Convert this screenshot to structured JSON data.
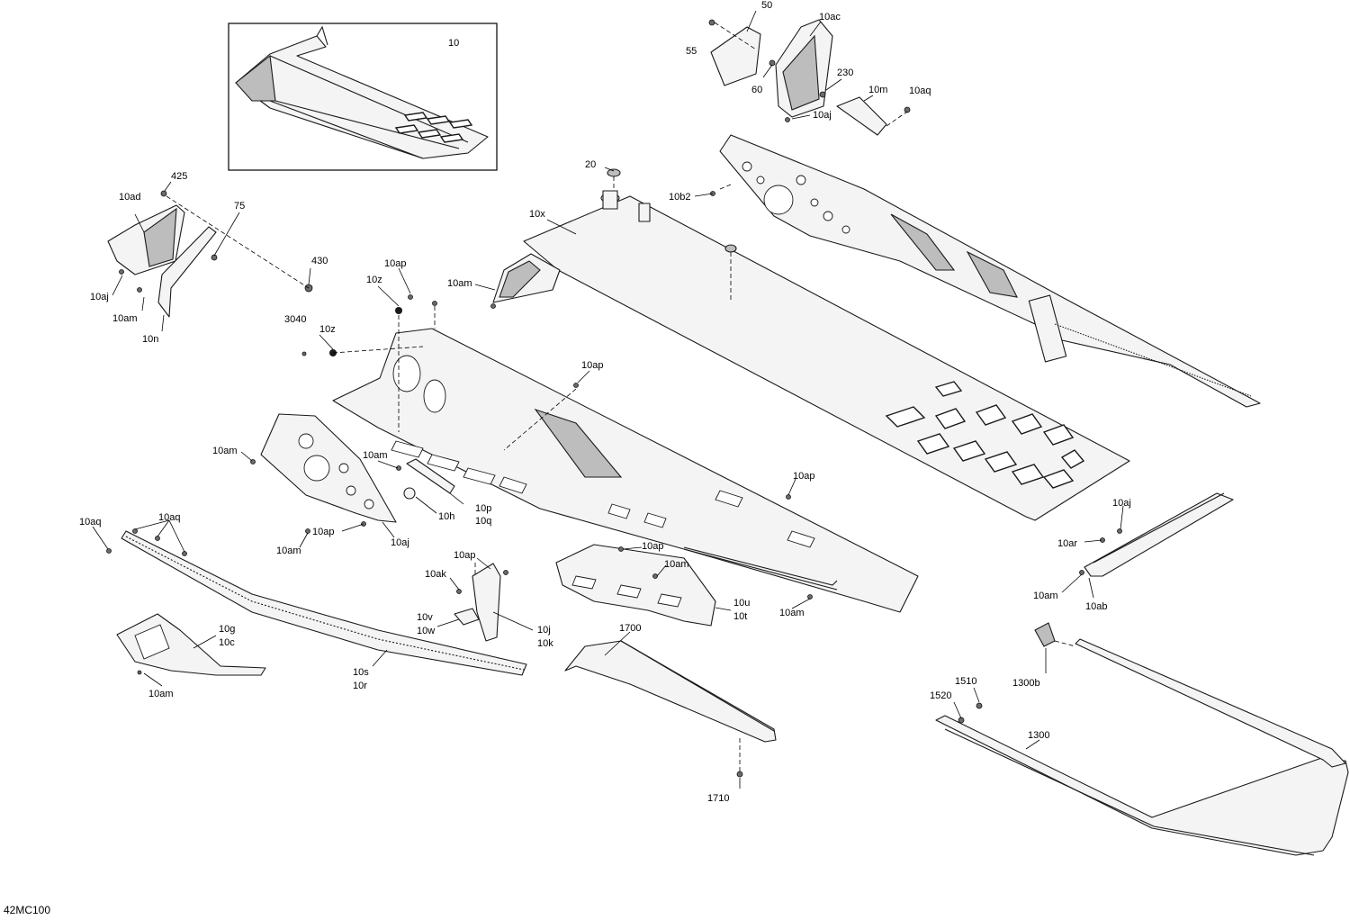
{
  "diagram_code": "42MC100",
  "inset_label": "10",
  "callouts": [
    {
      "id": "c50",
      "text": "50"
    },
    {
      "id": "c10ac",
      "text": "10ac"
    },
    {
      "id": "c55",
      "text": "55"
    },
    {
      "id": "c60",
      "text": "60"
    },
    {
      "id": "c230",
      "text": "230"
    },
    {
      "id": "c10m",
      "text": "10m"
    },
    {
      "id": "c10aq_top",
      "text": "10aq"
    },
    {
      "id": "c10aj_top",
      "text": "10aj"
    },
    {
      "id": "c20",
      "text": "20"
    },
    {
      "id": "c10b2",
      "text": "10b2"
    },
    {
      "id": "c10x",
      "text": "10x"
    },
    {
      "id": "c10am_tank",
      "text": "10am"
    },
    {
      "id": "c425",
      "text": "425"
    },
    {
      "id": "c10ad",
      "text": "10ad"
    },
    {
      "id": "c75",
      "text": "75"
    },
    {
      "id": "c10aj_left",
      "text": "10aj"
    },
    {
      "id": "c10am_left",
      "text": "10am"
    },
    {
      "id": "c10n",
      "text": "10n"
    },
    {
      "id": "c430",
      "text": "430"
    },
    {
      "id": "c10ap_a",
      "text": "10ap"
    },
    {
      "id": "c10z_a",
      "text": "10z"
    },
    {
      "id": "c3040",
      "text": "3040"
    },
    {
      "id": "c10z_b",
      "text": "10z"
    },
    {
      "id": "c10ap_b",
      "text": "10ap"
    },
    {
      "id": "c10am_plate",
      "text": "10am"
    },
    {
      "id": "c10am_mid",
      "text": "10am"
    },
    {
      "id": "c10p",
      "text": "10p"
    },
    {
      "id": "c10q",
      "text": "10q"
    },
    {
      "id": "c10h",
      "text": "10h"
    },
    {
      "id": "c10ap_c",
      "text": "10ap"
    },
    {
      "id": "c10aj_plate",
      "text": "10aj"
    },
    {
      "id": "c10am_plate2",
      "text": "10am"
    },
    {
      "id": "c10aq_a",
      "text": "10aq"
    },
    {
      "id": "c10aq_b",
      "text": "10aq"
    },
    {
      "id": "c10ap_d",
      "text": "10ap"
    },
    {
      "id": "c10ap_e",
      "text": "10ap"
    },
    {
      "id": "c10am_e",
      "text": "10am"
    },
    {
      "id": "c10ap_f",
      "text": "10ap"
    },
    {
      "id": "c10ak",
      "text": "10ak"
    },
    {
      "id": "c10v",
      "text": "10v"
    },
    {
      "id": "c10w",
      "text": "10w"
    },
    {
      "id": "c10j",
      "text": "10j"
    },
    {
      "id": "c10k",
      "text": "10k"
    },
    {
      "id": "c10u",
      "text": "10u"
    },
    {
      "id": "c10t",
      "text": "10t"
    },
    {
      "id": "c10am_rail",
      "text": "10am"
    },
    {
      "id": "c10aj_r",
      "text": "10aj"
    },
    {
      "id": "c10ar",
      "text": "10ar"
    },
    {
      "id": "c10am_r",
      "text": "10am"
    },
    {
      "id": "c10ab",
      "text": "10ab"
    },
    {
      "id": "c10g",
      "text": "10g"
    },
    {
      "id": "c10c",
      "text": "10c"
    },
    {
      "id": "c10am_bot",
      "text": "10am"
    },
    {
      "id": "c10s",
      "text": "10s"
    },
    {
      "id": "c10r",
      "text": "10r"
    },
    {
      "id": "c1700",
      "text": "1700"
    },
    {
      "id": "c1710",
      "text": "1710"
    },
    {
      "id": "c1300b",
      "text": "1300b"
    },
    {
      "id": "c1510",
      "text": "1510"
    },
    {
      "id": "c1520",
      "text": "1520"
    },
    {
      "id": "c1300",
      "text": "1300"
    }
  ]
}
